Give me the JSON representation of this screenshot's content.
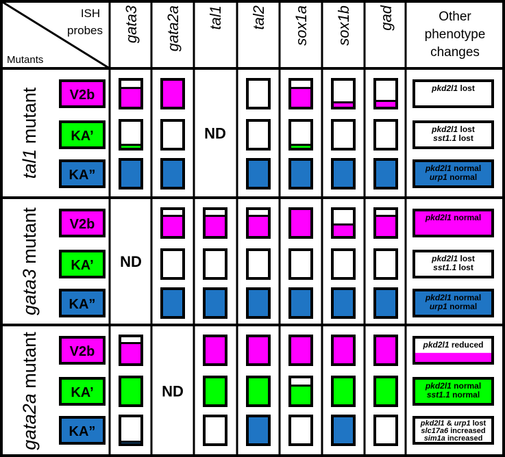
{
  "header": {
    "corner_probes": "ISH",
    "corner_probes_2": "probes",
    "corner_mutants": "Mutants",
    "probes": [
      "gata3",
      "gata2a",
      "tal1",
      "tal2",
      "sox1a",
      "sox1b",
      "gad"
    ],
    "other_line1": "Other",
    "other_line2": "phenotype",
    "other_line3": "changes"
  },
  "colors": {
    "V2b": "#ff00ff",
    "KA1": "#00ff00",
    "KA2": "#1f75c4",
    "frame": "#000000",
    "annotation_red": "#d62020"
  },
  "groups": [
    {
      "label_italic": "tal1",
      "label_rest": " mutant",
      "nd_label": "ND",
      "nd_column": 2,
      "rows": [
        {
          "cell_type": "V2b",
          "fills": [
            0.7,
            1,
            null,
            0,
            0.7,
            0.2,
            0.25
          ],
          "note": [
            {
              "i": "pkd2l1",
              "r": " lost"
            }
          ],
          "note_fill": 0
        },
        {
          "cell_type": "KA’",
          "fills": [
            0.15,
            0,
            null,
            0,
            0.15,
            0,
            0
          ],
          "note": [
            {
              "i": "pkd2l1",
              "r": " lost"
            },
            {
              "i": "sst1.1",
              "r": " lost"
            }
          ],
          "note_fill": 0
        },
        {
          "cell_type": "KA”",
          "fills": [
            1,
            1,
            null,
            1,
            1,
            1,
            1
          ],
          "note": [
            {
              "i": "pkd2l1",
              "r": " normal"
            },
            {
              "i": "urp1",
              "r": " normal"
            }
          ],
          "note_fill": 1
        }
      ]
    },
    {
      "label_italic": "gata3",
      "label_rest": " mutant",
      "nd_label": "ND",
      "nd_column": 0,
      "rows": [
        {
          "cell_type": "V2b",
          "fills": [
            null,
            0.75,
            0.75,
            0.75,
            1,
            0.45,
            0.75
          ],
          "note": [
            {
              "i": "pkd2l1",
              "r": " normal"
            }
          ],
          "note_fill": 1
        },
        {
          "cell_type": "KA’",
          "fills": [
            null,
            0,
            0,
            0,
            0,
            0,
            0
          ],
          "note": [
            {
              "i": "pkd2l1",
              "r": " lost"
            },
            {
              "i": "sst1.1",
              "r": " lost"
            }
          ],
          "note_fill": 0
        },
        {
          "cell_type": "KA”",
          "fills": [
            null,
            1,
            1,
            1,
            1,
            1,
            1
          ],
          "note": [
            {
              "i": "pkd2l1",
              "r": " normal"
            },
            {
              "i": "urp1",
              "r": " normal"
            }
          ],
          "note_fill": 1
        }
      ]
    },
    {
      "label_italic": "gata2a",
      "label_rest": " mutant",
      "nd_label": "ND",
      "nd_column": 1,
      "rows": [
        {
          "cell_type": "V2b",
          "fills": [
            0.75,
            null,
            1,
            1,
            1,
            1,
            1
          ],
          "note": [
            {
              "i": "pkd2l1",
              "r": " reduced"
            }
          ],
          "note_fill": 0.4
        },
        {
          "cell_type": "KA’",
          "fills": [
            1,
            null,
            1,
            1,
            0.7,
            1,
            1
          ],
          "note": [
            {
              "i": "pkd2l1",
              "r": " normal"
            },
            {
              "i": "sst1.1",
              "r": " normal"
            }
          ],
          "note_fill": 1
        },
        {
          "cell_type": "KA”",
          "fills": [
            0.1,
            null,
            0,
            1,
            0,
            1,
            0
          ],
          "note": [
            {
              "i": "pkd2l1",
              "r": " & ",
              "i2": "urp1",
              "r2": " lost"
            },
            {
              "i": "slc17a6",
              "r": " increased",
              "red": true
            },
            {
              "i": "sim1a",
              "r": " increased",
              "red": true
            }
          ],
          "note_fill": 0
        }
      ]
    }
  ]
}
